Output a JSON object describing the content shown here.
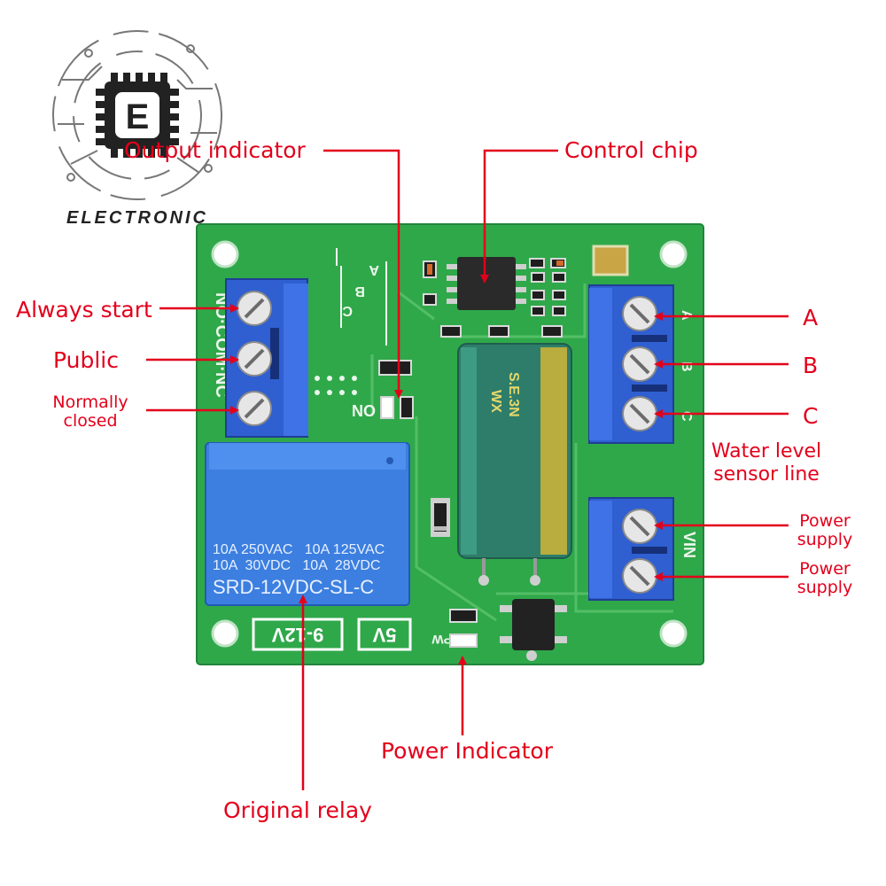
{
  "logo": {
    "letter": "E",
    "brand": "ELECTRONIC"
  },
  "board": {
    "terminal_left_labels": [
      "NO",
      "COM",
      "NC"
    ],
    "terminal_right_labels": [
      "A",
      "B",
      "C"
    ],
    "vin_label": "VIN",
    "no_silk": "NO",
    "pw_silk": "PW",
    "abc_silk": [
      "A",
      "B",
      "C"
    ],
    "voltage_boxes": [
      "9-12V",
      "5V"
    ],
    "relay_lines": [
      "10A 250VAC   10A 125VAC",
      "10A  30VDC   10A  28VDC",
      "SRD-12VDC-SL-C"
    ],
    "capacitor_marks": [
      "S.E.3N",
      "WX"
    ]
  },
  "annotations": {
    "output_indicator": "Output indicator",
    "control_chip": "Control chip",
    "always_start": "Always start",
    "public": "Public",
    "normally_closed": [
      "Normally",
      "closed"
    ],
    "a": "A",
    "b": "B",
    "c": "C",
    "water_level": [
      "Water level",
      "sensor line"
    ],
    "power_supply_1": [
      "Power",
      "supply"
    ],
    "power_supply_2": [
      "Power",
      "supply"
    ],
    "power_indicator": "Power Indicator",
    "original_relay": "Original relay"
  },
  "colors": {
    "annotation": "#e3001b",
    "pcb": "#2fa84a",
    "terminal": "#2f5fd0",
    "relay": "#3c7fe0",
    "capacitor": "#2d7d6a"
  }
}
